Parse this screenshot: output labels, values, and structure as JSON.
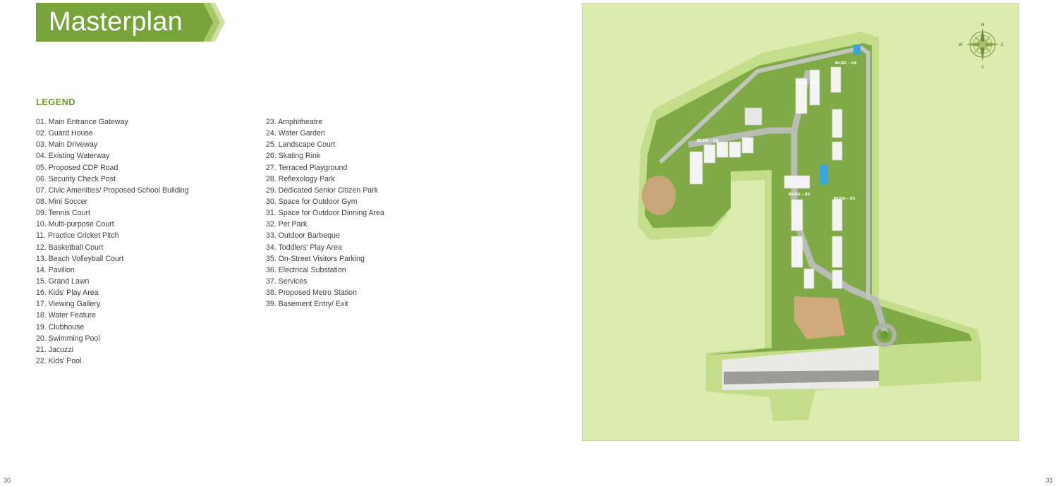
{
  "header": {
    "title": "Masterplan",
    "brand_color": "#77a33a"
  },
  "legend": {
    "heading": "LEGEND",
    "column_1": [
      "01. Main Entrance Gateway",
      "02. Guard House",
      "03. Main Driveway",
      "04. Existing Waterway",
      "05. Proposed CDP Road",
      "06. Security Check Post",
      "07. Civic Amenities/ Proposed School Building",
      "08. Mini Soccer",
      "09. Tennis Court",
      "10. Multi-purpose Court",
      "11. Practice Cricket Pitch",
      "12. Basketball Court",
      "13. Beach Volleyball Court",
      "14. Pavilion",
      "15. Grand Lawn",
      "16. Kids’ Play Area",
      "17. Viewing Gallery",
      "18. Water Feature",
      "19. Clubhouse",
      "20. Swimming Pool",
      "21. Jacuzzi",
      "22. Kids’ Pool"
    ],
    "column_2": [
      "23. Amphitheatre",
      "24. Water Garden",
      "25. Landscape Court",
      "26. Skating Rink",
      "27. Terraced Playground",
      "28. Reflexology Park",
      "29. Dedicated Senior Citizen Park",
      "30. Space for Outdoor Gym",
      "31. Space for Outdoor Dinning Area",
      "32. Pet Park",
      "33. Outdoor Barbeque",
      "34. Toddlers’ Play Area",
      "35. On-Street Visitors Parking",
      "36. Electrical Substation",
      "37. Services",
      "38. Proposed Metro Station",
      "39. Basement Entry/ Exit"
    ]
  },
  "map": {
    "buildings": [
      "BLDG - 04",
      "BLDG - 03",
      "BLDG - 02",
      "BLDG - 02",
      "BLDG - 01"
    ],
    "compass": {
      "n": "N",
      "s": "S",
      "e": "E",
      "w": "W"
    }
  },
  "pages": {
    "left": "30",
    "right": "31"
  }
}
